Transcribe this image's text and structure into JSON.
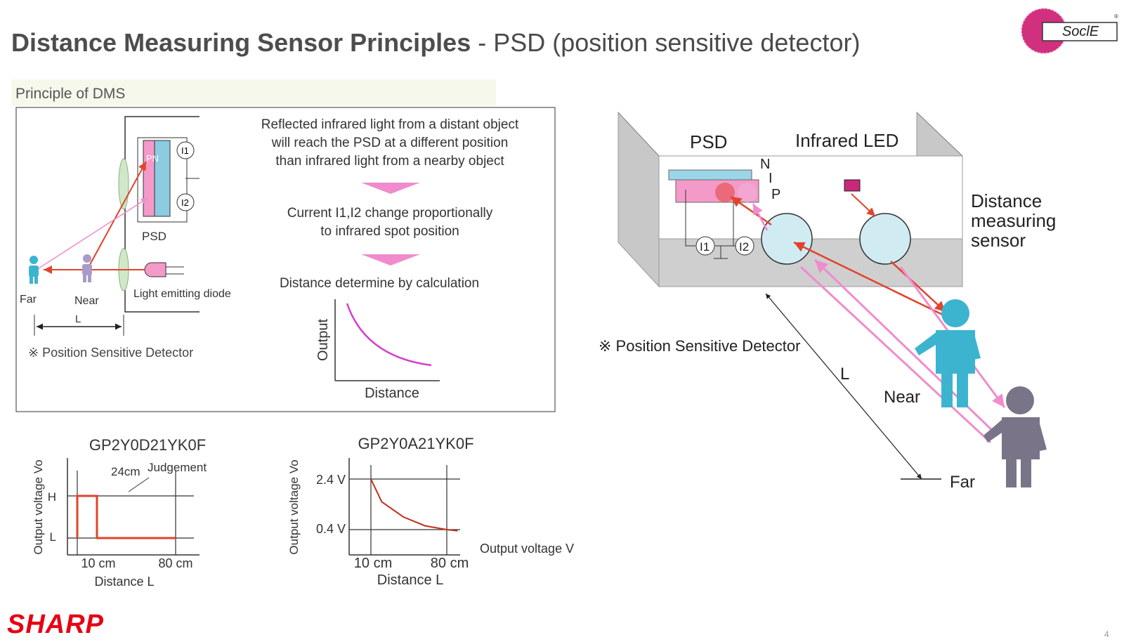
{
  "slide": {
    "title_bold": "Distance Measuring Sensor Principles",
    "title_rest": " - PSD (position sensitive detector)",
    "logo_text": "SoclE",
    "brand": "SHARP",
    "page_number": "4"
  },
  "principle": {
    "header": "Principle of DMS",
    "psd_label": "PSD",
    "pn_label": "PN",
    "i1": "I1",
    "i2": "I2",
    "far": "Far",
    "near": "Near",
    "led_label": "Light emitting diode",
    "l_label": "L",
    "note": "※ Position Sensitive  Detector",
    "text1_line1": "Reflected infrared light from a distant object",
    "text1_line2": "will reach the PSD at a different position",
    "text1_line3": "than infrared light from a nearby object",
    "text2_line1": "Current I1,I2  change proportionally",
    "text2_line2": "to infrared spot position",
    "text3": "Distance determine by calculation",
    "ylabel": "Output",
    "xlabel": "Distance"
  },
  "chart_data": [
    {
      "type": "line",
      "title": "GP2Y0D21YK0F",
      "ylabel": "Output voltage Vo",
      "xlabel": "Distance    L",
      "y_ticks": [
        "H",
        "L"
      ],
      "x_ticks": [
        "10 cm",
        "80 cm"
      ],
      "annotation": "24cm",
      "annotation2": "Judgement",
      "series": [
        {
          "x": [
            10,
            10,
            24,
            24,
            80
          ],
          "y": [
            "L",
            "H",
            "H",
            "L",
            "L"
          ]
        }
      ]
    },
    {
      "type": "line",
      "title": "GP2Y0A21YK0F",
      "ylabel": "Output voltage Vo",
      "xlabel": "Distance    L",
      "y_ticks": [
        "2.4 V",
        "0.4 V"
      ],
      "x_ticks": [
        "10 cm",
        "80 cm"
      ],
      "side_label": "Output voltage V",
      "series": [
        {
          "x": [
            10,
            20,
            40,
            60,
            80,
            90
          ],
          "y": [
            2.4,
            1.5,
            0.9,
            0.55,
            0.4,
            0.35
          ]
        }
      ]
    }
  ],
  "sensor": {
    "psd": "PSD",
    "led": "Infrared LED",
    "n": "N",
    "i": "I",
    "p": "P",
    "i1": "I1",
    "i2": "I2",
    "label_line1": "Distance",
    "label_line2": "measuring",
    "label_line3": "sensor",
    "note": "※ Position Sensitive  Detector",
    "l": "L",
    "near": "Near",
    "far": "Far"
  },
  "colors": {
    "pink": "#f08ccd",
    "red": "#e0442c",
    "cyan": "#3cb4d0",
    "gray_box": "#cfcfcf",
    "brand_red": "#e60012",
    "logo_magenta": "#c8287a"
  }
}
